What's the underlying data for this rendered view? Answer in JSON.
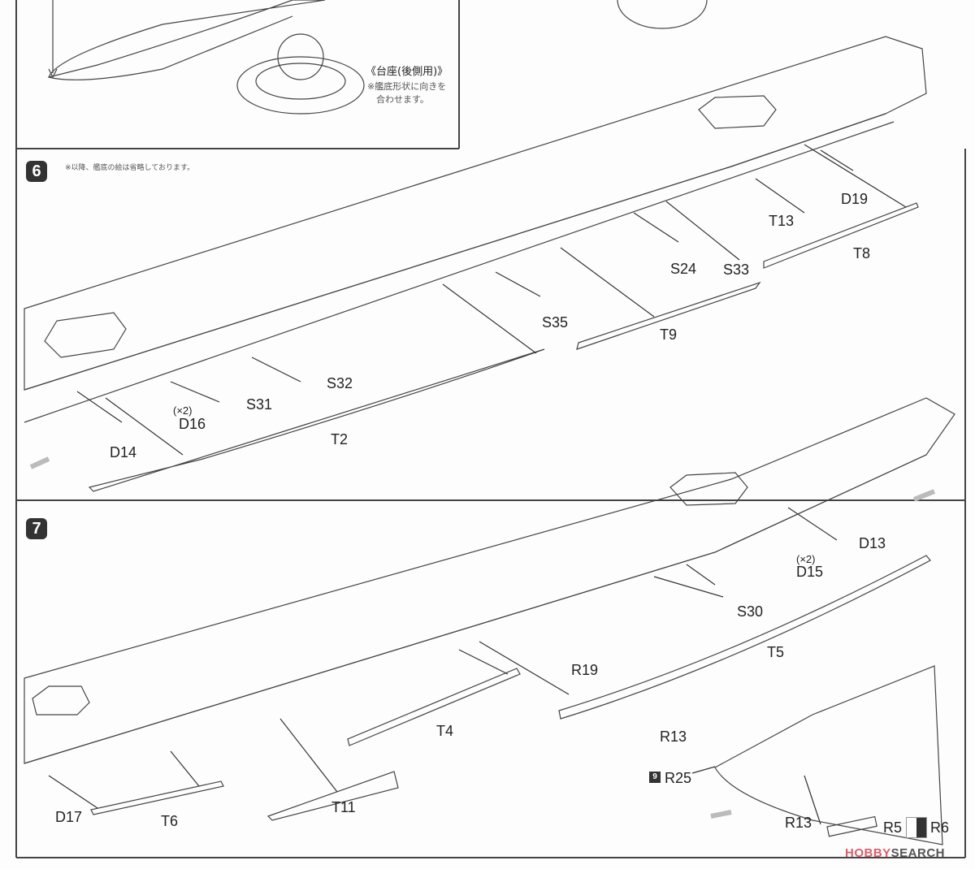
{
  "stand": {
    "title": "《台座(後側用)》",
    "note_line1": "※艦底形状に向きを",
    "note_line2": "合わせます。"
  },
  "step6": {
    "number": "6",
    "note": "※以降、艦底の絵は省略しております。",
    "parts": {
      "d19": "D19",
      "t13": "T13",
      "t8": "T8",
      "s24": "S24",
      "s33": "S33",
      "s35": "S35",
      "t9": "T9",
      "s32": "S32",
      "s31": "S31",
      "d16_qty": "(×2)",
      "d16": "D16",
      "d14": "D14",
      "t2": "T2"
    }
  },
  "step7": {
    "number": "7",
    "parts": {
      "d13": "D13",
      "d15_qty": "(×2)",
      "d15": "D15",
      "s30": "S30",
      "t5": "T5",
      "r19": "R19",
      "t4": "T4",
      "r13a": "R13",
      "ref_step": "9",
      "r25": "R25",
      "t11": "T11",
      "d17": "D17",
      "t6": "T6",
      "r13b": "R13",
      "r5": "R5",
      "r6": "R6"
    }
  },
  "watermark": {
    "part1": "HOBBY",
    "part2": "SEARCH"
  }
}
